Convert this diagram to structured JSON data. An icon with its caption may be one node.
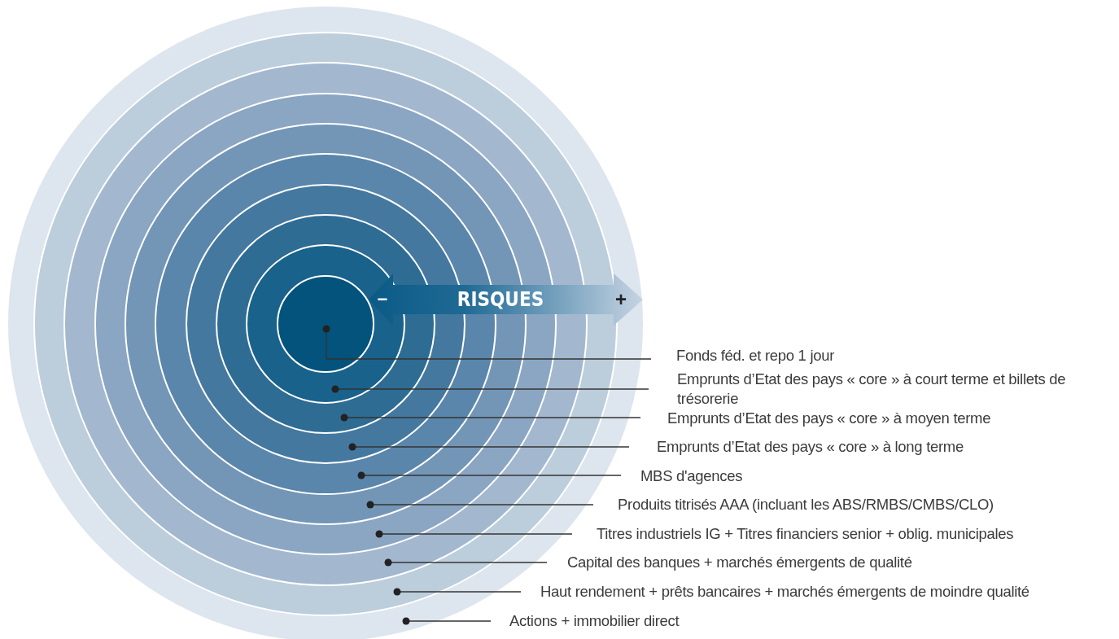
{
  "diagram": {
    "nodes": [
      {
        "text": [],
        "shape": "circle"
      },
      {
        "text": [],
        "shape": "circle",
        "in": 0
      },
      {
        "text": [],
        "shape": "circle",
        "in": 1
      },
      {
        "text": [],
        "shape": "circle",
        "in": 2
      },
      {
        "text": [],
        "shape": "circle",
        "in": 3
      },
      {
        "text": [],
        "shape": "circle",
        "in": 4
      },
      {
        "text": [],
        "shape": "circle",
        "in": 5
      },
      {
        "text": [],
        "shape": "circle",
        "in": 6
      },
      {
        "text": [],
        "shape": "circle",
        "in": 7
      },
      {
        "text": [],
        "shape": "circle",
        "in": 8
      },
      {
        "text": [
          "Fonds féd. et repo 1 jour"
        ]
      },
      {
        "text": [
          "Emprunts d’Etat des pays « core » à court terme et billets de trésorerie"
        ]
      },
      {
        "text": [
          "Emprunts d’Etat des pays « core » à moyen terme"
        ]
      },
      {
        "text": [
          "Emprunts d’Etat des pays « core » à long terme"
        ]
      },
      {
        "text": [
          "MBS d'agences"
        ]
      },
      {
        "text": [
          "Produits titrisés AAA (incluant les ABS/RMBS/CMBS/CLO)"
        ]
      },
      {
        "text": [
          "Titres industriels IG + Titres financiers senior + oblig. municipales"
        ]
      },
      {
        "text": [
          "Capital des banques + marchés émergents de qualité"
        ]
      },
      {
        "text": [
          "Haut rendement + prêts bancaires + marchés émergents de moindre qualité"
        ]
      },
      {
        "text": [
          "Actions + immobilier direct"
        ]
      }
    ],
    "edges": [
      {
        "from": 10,
        "to": 9,
        "arrow": "other"
      },
      {
        "from": 11,
        "to": 8,
        "arrow": "other"
      },
      {
        "from": 12,
        "to": 7,
        "arrow": "other"
      },
      {
        "from": 13,
        "to": 6,
        "arrow": "other"
      },
      {
        "from": 14,
        "to": 5,
        "arrow": "other"
      },
      {
        "from": 15,
        "to": 4,
        "arrow": "other"
      },
      {
        "from": 16,
        "to": 3,
        "arrow": "other"
      },
      {
        "from": 17,
        "to": 2,
        "arrow": "other"
      },
      {
        "from": 18,
        "to": 1,
        "arrow": "other"
      },
      {
        "from": 19,
        "to": 0,
        "arrow": "other"
      }
    ],
    "labels": [
      "−",
      "RISQUES",
      "+"
    ]
  }
}
